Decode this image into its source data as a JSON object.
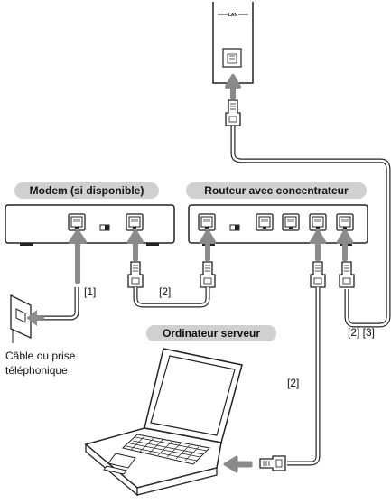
{
  "labels": {
    "modem": "Modem (si disponible)",
    "router": "Routeur avec concentrateur",
    "server": "Ordinateur serveur",
    "wall_outlet_line1": "Câble ou prise",
    "wall_outlet_line2": "téléphonique",
    "lan_port": "LAN"
  },
  "cable_tags": {
    "modem_wall": "[1]",
    "modem_router": "[2]",
    "router_tv": "[2] [3]",
    "router_laptop": "[2]"
  },
  "colors": {
    "pill_fill": "#d0d0d0",
    "arrow": "#8a8a8a",
    "line": "#222222"
  }
}
